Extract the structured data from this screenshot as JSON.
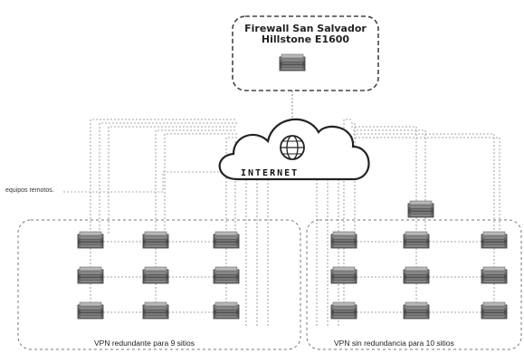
{
  "firewall": {
    "title_line1": "Firewall San Salvador",
    "title_line2": "Hillstone E1600",
    "device_icon": "firewall-device-icon"
  },
  "internet": {
    "label": "INTERNET",
    "icon": "globe-icon"
  },
  "remote_label": "equipos remotos.",
  "groups": [
    {
      "label": "VPN redundante para 9 sitios",
      "site_count": 9
    },
    {
      "label": "VPN sin redundancia para 10 sitios",
      "site_count": 10
    }
  ],
  "colors": {
    "border": "#555555",
    "device_dark": "#4a4a4a",
    "device_light": "#bdbdbd",
    "cloud_fill": "#ffffff"
  }
}
